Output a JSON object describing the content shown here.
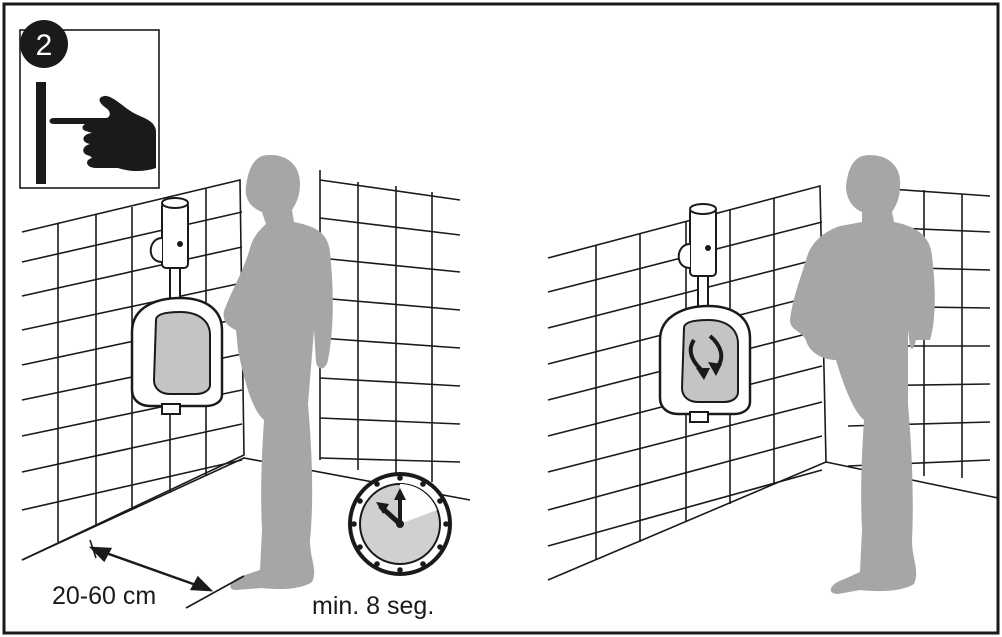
{
  "step": {
    "number": "2"
  },
  "labels": {
    "distance": "20-60 cm",
    "min_time": "min. 8 seg."
  },
  "colors": {
    "silhouette": "#a6a6a6",
    "porcelain": "#ffffff",
    "bowl_inner": "#c4c4c4",
    "ink": "#1a1a1a",
    "clock_face": "#d0d0d0"
  },
  "icons": {
    "step_badge": "step-number-badge-icon",
    "hand": "hand-pointing-icon",
    "clock": "clock-icon",
    "flush": "flush-arrows-icon"
  }
}
